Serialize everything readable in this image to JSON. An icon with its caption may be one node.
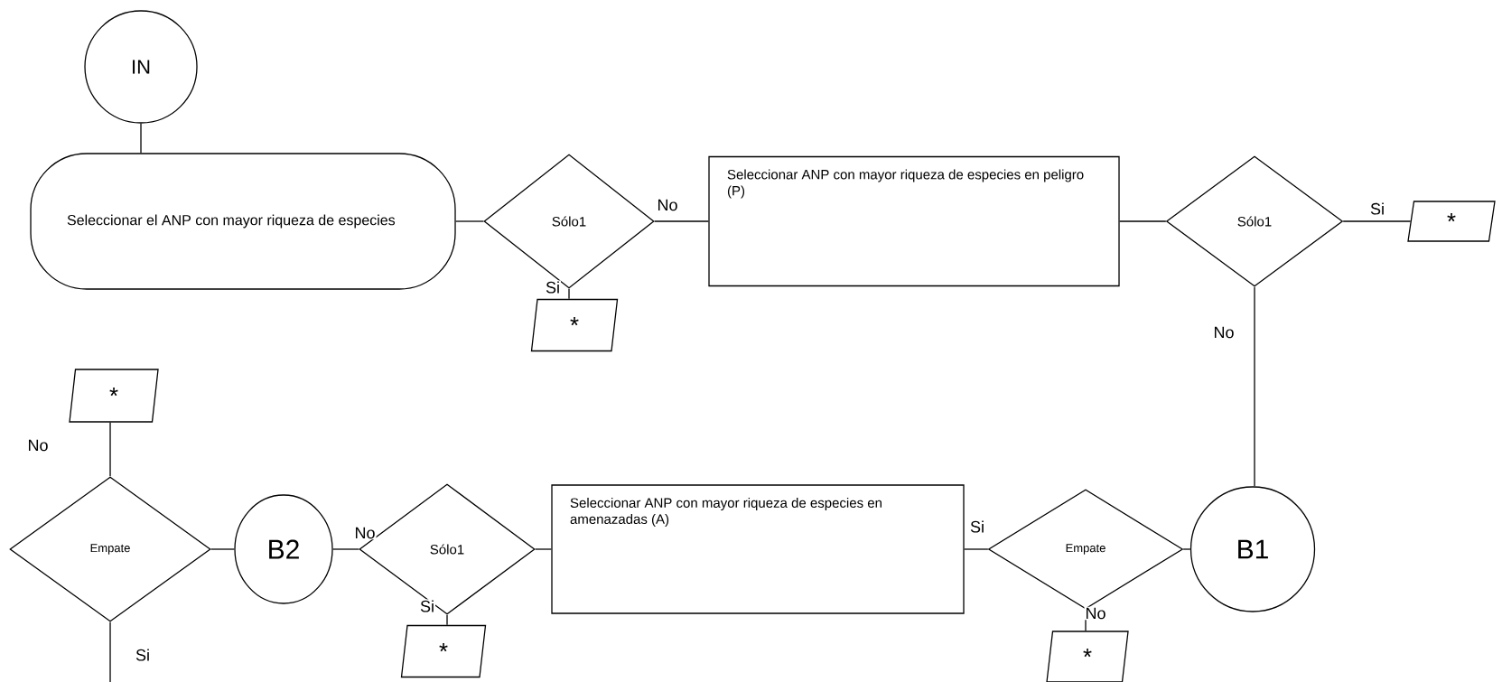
{
  "diagram": {
    "nodes": [
      {
        "text": [
          "IN"
        ]
      },
      {
        "text": [
          "Seleccionar el ANP con mayor riqueza de especies"
        ]
      },
      {
        "text": [
          "Sólo1"
        ]
      },
      {
        "text": [
          "*"
        ]
      },
      {
        "text": [
          "Seleccionar ANP con mayor riqueza de especies en peligro (P)"
        ]
      },
      {
        "text": [
          "Sólo1"
        ]
      },
      {
        "text": [
          "*"
        ]
      },
      {
        "text": [
          "B1"
        ]
      },
      {
        "text": [
          "Empate"
        ]
      },
      {
        "text": [
          "*"
        ]
      },
      {
        "text": [
          "Seleccionar ANP con mayor riqueza de especies en amenazadas (A)"
        ]
      },
      {
        "text": [
          "Sólo1"
        ]
      },
      {
        "text": [
          "*"
        ]
      },
      {
        "text": [
          "B2"
        ]
      },
      {
        "text": [
          "Empate"
        ]
      },
      {
        "text": [
          "*"
        ]
      }
    ],
    "edges": [
      {
        "from": 0,
        "to": 1,
        "arrow": "none"
      },
      {
        "from": 1,
        "to": 2,
        "arrow": "none"
      },
      {
        "from": 2,
        "to": 3,
        "arrow": "none",
        "label": "Si"
      },
      {
        "from": 2,
        "to": 4,
        "arrow": "none",
        "label": "No"
      },
      {
        "from": 4,
        "to": 5,
        "arrow": "none"
      },
      {
        "from": 5,
        "to": 6,
        "arrow": "none",
        "label": "Si"
      },
      {
        "from": 5,
        "to": 7,
        "arrow": "none",
        "label": "No"
      },
      {
        "from": 7,
        "to": 8,
        "arrow": "none"
      },
      {
        "from": 8,
        "to": 9,
        "arrow": "none",
        "label": "No"
      },
      {
        "from": 8,
        "to": 10,
        "arrow": "none",
        "label": "Si"
      },
      {
        "from": 10,
        "to": 11,
        "arrow": "none"
      },
      {
        "from": 11,
        "to": 12,
        "arrow": "none",
        "label": "Si"
      },
      {
        "from": 11,
        "to": 13,
        "arrow": "none",
        "label": "No"
      },
      {
        "from": 13,
        "to": 14,
        "arrow": "none"
      },
      {
        "from": 14,
        "to": 15,
        "arrow": "none",
        "label": "No"
      },
      {
        "from": 14,
        "to": null,
        "arrow": "none",
        "label": "Si"
      }
    ]
  }
}
